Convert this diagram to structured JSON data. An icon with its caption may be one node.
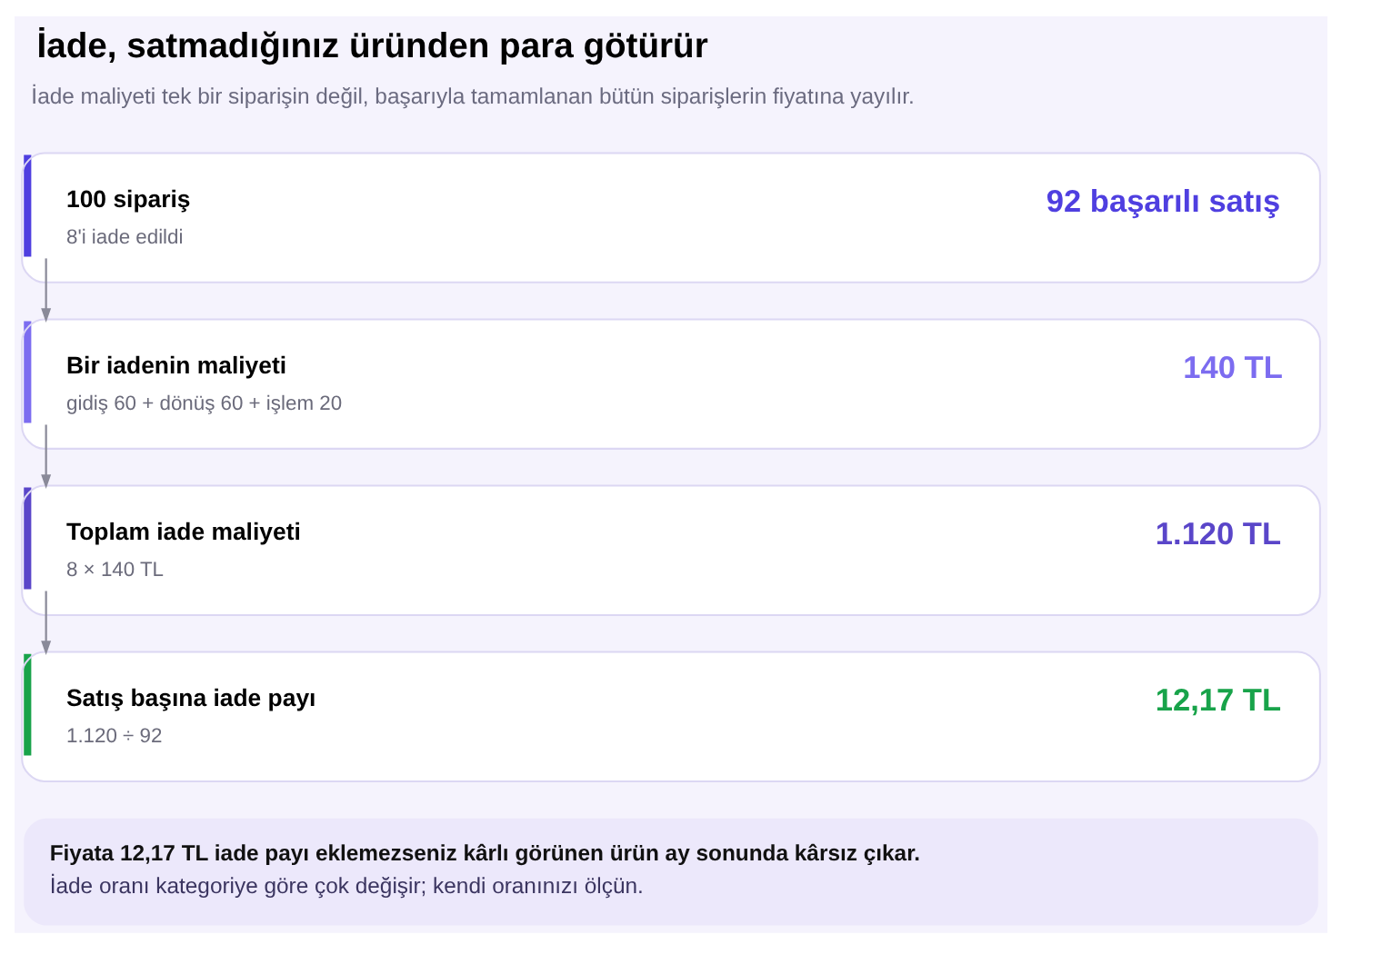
{
  "diagram": {
    "title": "İade, satmadığınız üründen para götürür",
    "nodes": [
      {
        "text": [
          "100 sipariş",
          "8'i iade edildi",
          "92 başarılı satış"
        ]
      },
      {
        "text": [
          "Bir iadenin maliyeti",
          "gidiş 60 + dönüş 60 + işlem 20",
          "140 TL"
        ]
      },
      {
        "text": [
          "Toplam iade maliyeti",
          "8 × 140 TL",
          "1.120 TL"
        ]
      },
      {
        "text": [
          "Satış başına iade payı",
          "1.120 ÷ 92",
          "12,17 TL"
        ]
      },
      {
        "text": [
          "Fiyata 12,17 TL iade payı eklemezseniz kârlı görünen ürün ay sonunda kârsız çıkar.",
          "İade oranı kategoriye göre çok değişir; kendi oranınızı ölçün."
        ]
      }
    ],
    "edges": [
      {
        "from": 0,
        "to": 1,
        "arrow": "to"
      },
      {
        "from": 1,
        "to": 2,
        "arrow": "to"
      },
      {
        "from": 2,
        "to": 3,
        "arrow": "to"
      }
    ],
    "labels": [
      "İade maliyeti tek bir siparişin değil, başarıyla tamamlanan bütün siparişlerin fiyatına yayılır."
    ]
  }
}
